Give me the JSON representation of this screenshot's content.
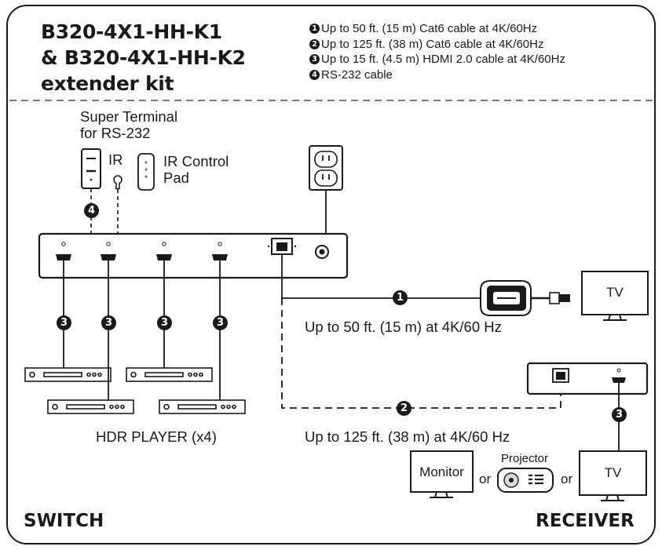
{
  "title": {
    "line1": "B320-4X1-HH-K1",
    "line2": "& B320-4X1-HH-K2",
    "line3": "extender kit"
  },
  "legend": [
    {
      "num": "1",
      "text": "Up to 50 ft. (15 m) Cat6 cable at 4K/60Hz"
    },
    {
      "num": "2",
      "text": "Up to 125 ft. (38 m) Cat6 cable at 4K/60Hz"
    },
    {
      "num": "3",
      "text": "Up to 15 ft. (4.5 m) HDMI 2.0 cable at 4K/60Hz"
    },
    {
      "num": "4",
      "text": "RS-232 cable"
    }
  ],
  "labels": {
    "super_terminal_1": "Super Terminal",
    "super_terminal_2": "for RS-232",
    "ir": "IR",
    "ir_pad_1": "IR Control",
    "ir_pad_2": "Pad",
    "run_50": "Up to 50 ft. (15 m) at 4K/60 Hz",
    "run_125": "Up to 125 ft. (38 m) at 4K/60 Hz",
    "hdr_player": "HDR PLAYER (x4)",
    "tv_top": "TV",
    "tv_bottom": "TV",
    "monitor": "Monitor",
    "or1": "or",
    "or2": "or",
    "projector": "Projector"
  },
  "callouts": {
    "cable1": "1",
    "cable2": "2",
    "cable3": "3",
    "cable4": "4"
  },
  "sections": {
    "switch": "SWITCH",
    "receiver": "RECEIVER"
  }
}
